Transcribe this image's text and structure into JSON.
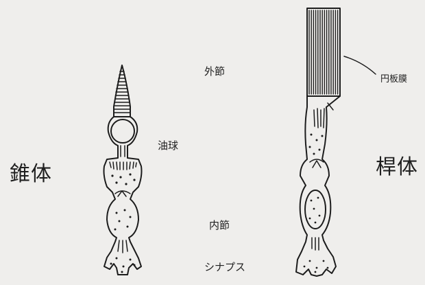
{
  "labels": {
    "cone_title": "錐体",
    "rod_title": "桿体",
    "outer_segment": "外節",
    "oil_droplet": "油球",
    "inner_segment": "内節",
    "synapse": "シナプス",
    "disc_membrane": "円板膜"
  },
  "colors": {
    "background": "#efeeec",
    "ink": "#1c1c1c"
  }
}
